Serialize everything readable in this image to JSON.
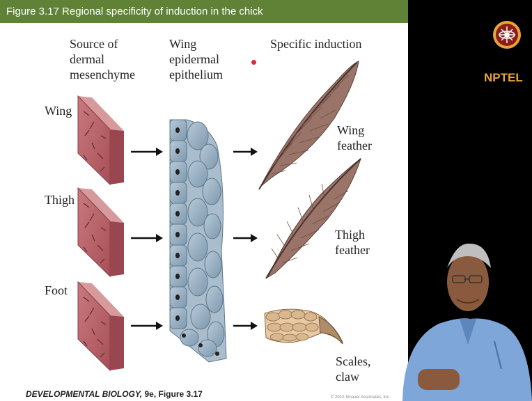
{
  "figure": {
    "title": "Figure 3.17  Regional specificity of induction in the chick",
    "headers": {
      "source": "Source of\ndermal\nmesenchyme",
      "epithelium": "Wing\nepidermal\nepithelium",
      "induction": "Specific induction"
    },
    "sources": [
      "Wing",
      "Thigh",
      "Foot"
    ],
    "outcomes": [
      "Wing\nfeather",
      "Thigh\nfeather",
      "Scales,\nclaw"
    ],
    "footer_italic": "DEVELOPMENTAL BIOLOGY,",
    "footer_rest": " 9e, Figure 3.17",
    "copyright": "© 2010 Sinauer Associates, Inc."
  },
  "branding": {
    "logo_text": "NPTEL",
    "logo_color": "#e8a43a"
  },
  "colors": {
    "title_bar": "#5f8236",
    "tissue": "#b45a60",
    "epithelium": "#9bb3c6",
    "feather": "#8e6a5e"
  }
}
